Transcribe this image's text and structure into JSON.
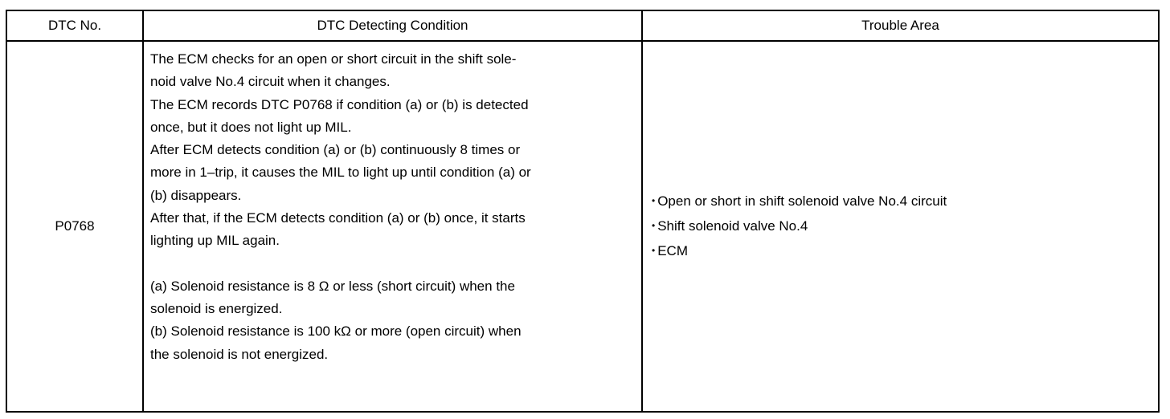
{
  "table": {
    "headers": {
      "dtc_no": "DTC No.",
      "condition": "DTC Detecting Condition",
      "trouble_area": "Trouble Area"
    },
    "row": {
      "dtc_no": "P0768",
      "condition_lines": [
        "The ECM checks for an open or short circuit in the shift sole-",
        "noid valve No.4 circuit when it changes.",
        "The ECM records DTC P0768 if condition (a) or (b) is detected",
        "once, but it does not light up MIL.",
        "After ECM detects condition (a) or (b) continuously 8 times or",
        "more in 1–trip, it causes the MIL to light up until condition (a) or",
        "(b) disappears.",
        "After that, if the ECM detects condition (a) or (b) once, it starts",
        "lighting up MIL again.",
        "(a) Solenoid resistance is 8 Ω or less (short circuit) when the",
        "solenoid is energized.",
        "(b) Solenoid resistance is 100 kΩ or more (open circuit) when",
        "the solenoid is not energized."
      ],
      "trouble_area_items": [
        "Open or short in shift solenoid valve No.4 circuit",
        "Shift solenoid valve No.4",
        "ECM"
      ],
      "bullet_symbol": "•"
    }
  }
}
